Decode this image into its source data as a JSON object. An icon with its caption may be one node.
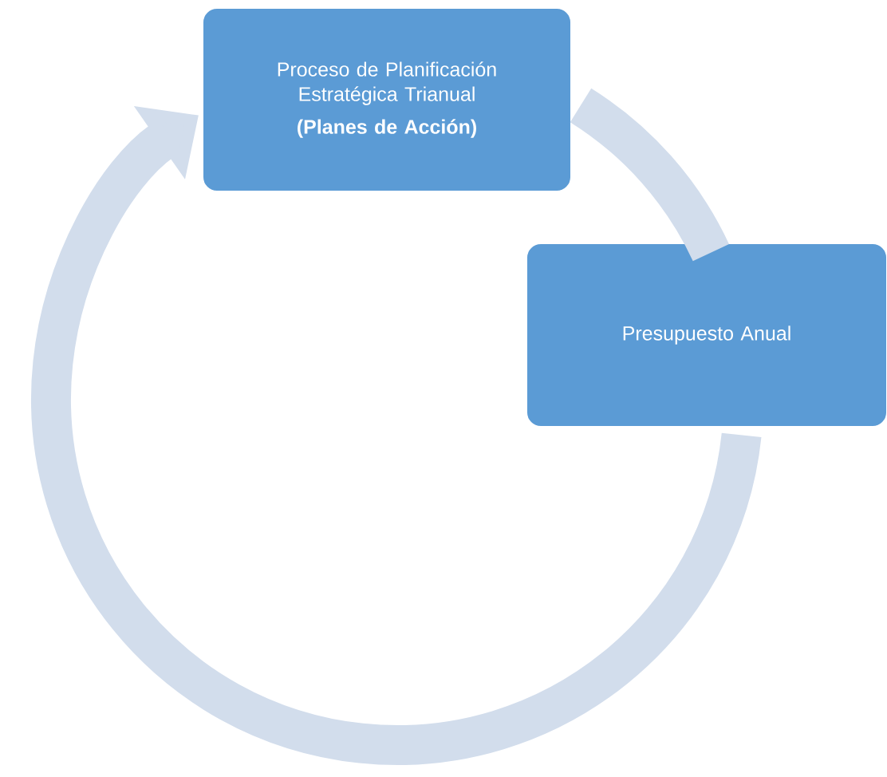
{
  "diagram": {
    "nodes": [
      {
        "text": [
          "Proceso de Planificación Estratégica Trianual",
          "(Planes de Acción)"
        ]
      },
      {
        "text": [
          "Presupuesto Anual"
        ]
      }
    ],
    "edges": [
      {
        "from": 0,
        "to": 1,
        "arrow": "none"
      },
      {
        "from": 1,
        "to": 0,
        "arrow": "to"
      }
    ]
  }
}
